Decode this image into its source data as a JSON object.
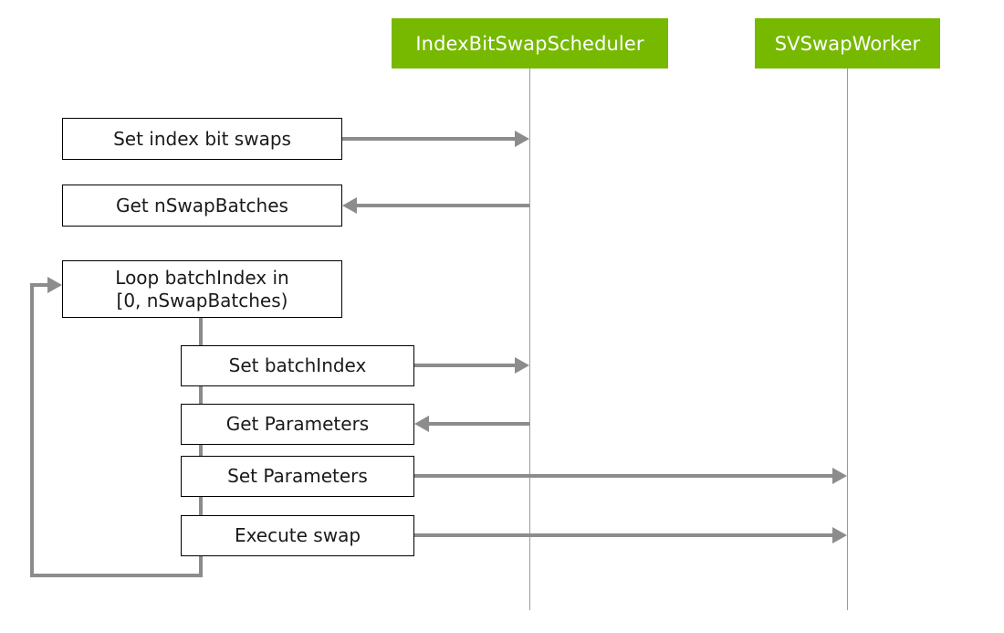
{
  "diagram": {
    "type": "sequence-diagram",
    "title": "",
    "colors": {
      "participant_fill": "#76b900",
      "participant_text": "#ffffff",
      "arrow": "#8c8c8c",
      "lifeline": "#9a9a9a",
      "box_border": "#000000",
      "box_fill": "#ffffff",
      "box_text": "#1a1a1a",
      "background": "#ffffff"
    }
  },
  "participants": [
    {
      "id": "scheduler",
      "label": "IndexBitSwapScheduler"
    },
    {
      "id": "worker",
      "label": "SVSwapWorker"
    }
  ],
  "messages": [
    {
      "id": "m1",
      "label": "Set index bit swaps",
      "direction": "to-scheduler",
      "indent": 0
    },
    {
      "id": "m2",
      "label": "Get nSwapBatches",
      "direction": "from-scheduler",
      "indent": 0
    },
    {
      "id": "m3",
      "label_line1": "Loop batchIndex in",
      "label_line2": "[0, nSwapBatches)",
      "direction": "loop",
      "indent": 0
    },
    {
      "id": "m4",
      "label": "Set batchIndex",
      "direction": "to-scheduler",
      "indent": 1
    },
    {
      "id": "m5",
      "label": "Get Parameters",
      "direction": "from-scheduler",
      "indent": 1
    },
    {
      "id": "m6",
      "label": "Set Parameters",
      "direction": "to-worker",
      "indent": 1
    },
    {
      "id": "m7",
      "label": "Execute swap",
      "direction": "to-worker",
      "indent": 1
    }
  ]
}
